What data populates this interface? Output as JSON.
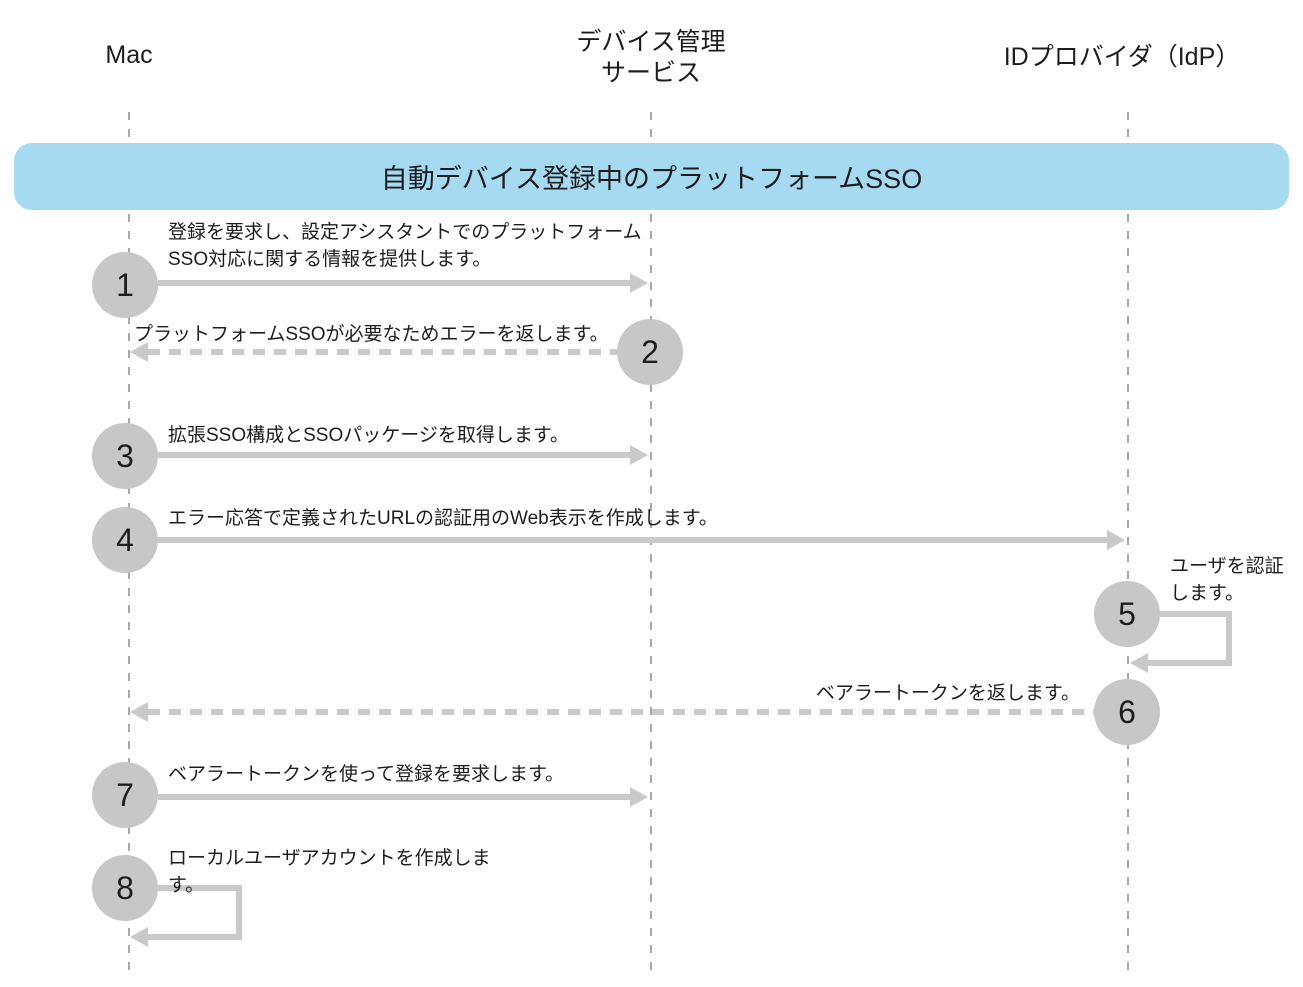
{
  "diagram": {
    "title": "自動デバイス登録中のプラットフォームSSO",
    "actors": [
      {
        "id": "mac",
        "name": "Mac"
      },
      {
        "id": "device-management-service",
        "name": "デバイス管理\nサービス"
      },
      {
        "id": "identity-provider",
        "name": "IDプロバイダ（IdP）"
      }
    ],
    "steps": [
      {
        "number": "1",
        "label": "登録を要求し、設定アシスタントでのプラットフォーム\nSSO対応に関する情報を提供します。",
        "from": "Mac",
        "to": "デバイス管理サービス",
        "line": "solid",
        "direction": "right"
      },
      {
        "number": "2",
        "label": "プラットフォームSSOが必要なためエラーを返します。",
        "from": "デバイス管理サービス",
        "to": "Mac",
        "line": "dashed",
        "direction": "left"
      },
      {
        "number": "3",
        "label": "拡張SSO構成とSSOパッケージを取得します。",
        "from": "Mac",
        "to": "デバイス管理サービス",
        "line": "solid",
        "direction": "right"
      },
      {
        "number": "4",
        "label": "エラー応答で定義されたURLの認証用のWeb表示を作成します。",
        "from": "Mac",
        "to": "IDプロバイダ（IdP）",
        "line": "solid",
        "direction": "right"
      },
      {
        "number": "5",
        "label": "ユーザを認証\nします。",
        "from": "IDプロバイダ（IdP）",
        "to": "IDプロバイダ（IdP）",
        "line": "solid",
        "direction": "self"
      },
      {
        "number": "6",
        "label": "ベアラートークンを返します。",
        "from": "IDプロバイダ（IdP）",
        "to": "Mac",
        "line": "dashed",
        "direction": "left"
      },
      {
        "number": "7",
        "label": "ベアラートークンを使って登録を要求します。",
        "from": "Mac",
        "to": "デバイス管理サービス",
        "line": "solid",
        "direction": "right"
      },
      {
        "number": "8",
        "label": "ローカルユーザアカウントを作成しま\nす。",
        "from": "Mac",
        "to": "Mac",
        "line": "solid",
        "direction": "self"
      }
    ]
  },
  "colors": {
    "banner_blue": "#a5daf1",
    "circle_gray": "#c7c7c7",
    "arrow_gray": "#c9c9c9",
    "lifeline_gray": "#a8a8a8",
    "text_dark": "#1d1d1f"
  }
}
